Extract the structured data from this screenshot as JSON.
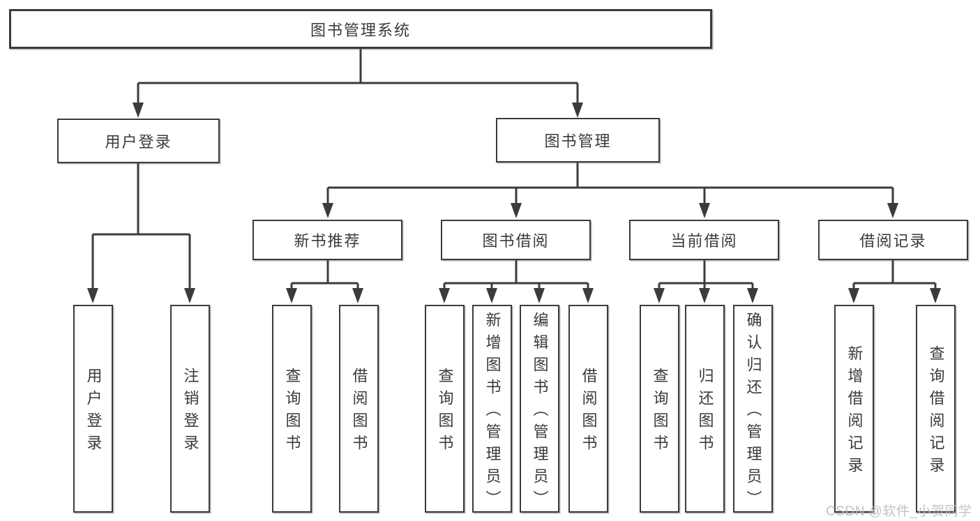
{
  "nodes": {
    "root": {
      "label": "图书管理系统"
    },
    "user_login": {
      "label": "用户登录"
    },
    "book_mgmt": {
      "label": "图书管理"
    },
    "new_book_rec": {
      "label": "新书推荐"
    },
    "book_borrow": {
      "label": "图书借阅"
    },
    "current_borrow": {
      "label": "当前借阅"
    },
    "borrow_record": {
      "label": "借阅记录"
    },
    "ul_login": {
      "label": "用户登录"
    },
    "ul_logout": {
      "label": "注销登录"
    },
    "nb_query": {
      "label": "查询图书"
    },
    "nb_borrow": {
      "label": "借阅图书"
    },
    "bb_query": {
      "label": "查询图书"
    },
    "bb_add": {
      "label": "新增图书（管理员）"
    },
    "bb_edit": {
      "label": "编辑图书（管理员）"
    },
    "bb_borrow": {
      "label": "借阅图书"
    },
    "cb_query": {
      "label": "查询图书"
    },
    "cb_return": {
      "label": "归还图书"
    },
    "cb_confirm": {
      "label": "确认归还（管理员）"
    },
    "br_add": {
      "label": "新增借阅记录"
    },
    "br_query": {
      "label": "查询借阅记录"
    }
  },
  "watermark": {
    "text": "CSDN @软件_小贺同学"
  },
  "colors": {
    "line": "#3b3b3b",
    "box_bg": "#ffffff",
    "text": "#3a3a3a",
    "watermark": "#bebec8"
  }
}
